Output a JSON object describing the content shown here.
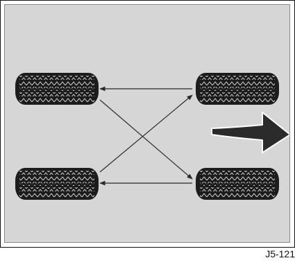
{
  "figure": {
    "code": "J5-121",
    "background_color": "#d6d6d6",
    "tire_color": "#1c1c1c",
    "arrow_color": "#2b2b2b"
  },
  "tires": [
    {
      "id": "front-left",
      "icon": "tire-icon"
    },
    {
      "id": "front-right",
      "icon": "tire-icon"
    },
    {
      "id": "rear-left",
      "icon": "tire-icon"
    },
    {
      "id": "rear-right",
      "icon": "tire-icon"
    }
  ],
  "rotation_arrows": [
    {
      "from": "front-right",
      "to": "front-left"
    },
    {
      "from": "rear-right",
      "to": "rear-left"
    },
    {
      "from": "front-left",
      "to": "rear-right"
    },
    {
      "from": "rear-left",
      "to": "front-right"
    }
  ],
  "direction_arrow": {
    "icon": "direction-arrow-icon",
    "points": "right"
  }
}
